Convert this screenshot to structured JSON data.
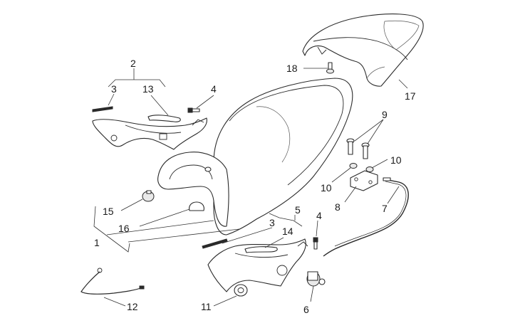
{
  "callouts": {
    "c1": "1",
    "c2": "2",
    "c3a": "3",
    "c3b": "3",
    "c4a": "4",
    "c4b": "4",
    "c5": "5",
    "c6": "6",
    "c7": "7",
    "c8": "8",
    "c9": "9",
    "c10a": "10",
    "c10b": "10",
    "c11": "11",
    "c12": "12",
    "c13": "13",
    "c14": "14",
    "c15": "15",
    "c16": "16",
    "c17": "17",
    "c18": "18"
  }
}
